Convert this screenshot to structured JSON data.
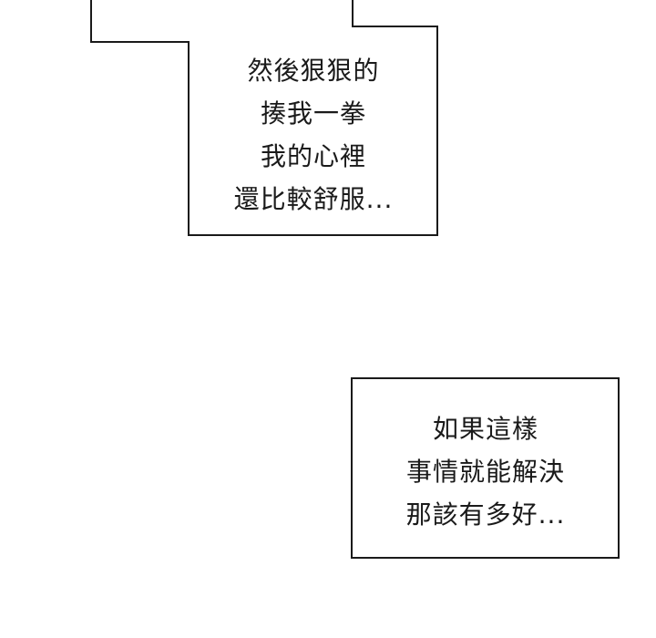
{
  "captions": [
    {
      "lines": [
        "然後狠狠的",
        "揍我一拳",
        "我的心裡",
        "還比較舒服..."
      ]
    },
    {
      "lines": [
        "如果這樣",
        "事情就能解決",
        "那該有多好..."
      ]
    }
  ],
  "colors": {
    "background": "#ffffff",
    "border": "#1a1a1a",
    "text": "#1a1a1a"
  }
}
